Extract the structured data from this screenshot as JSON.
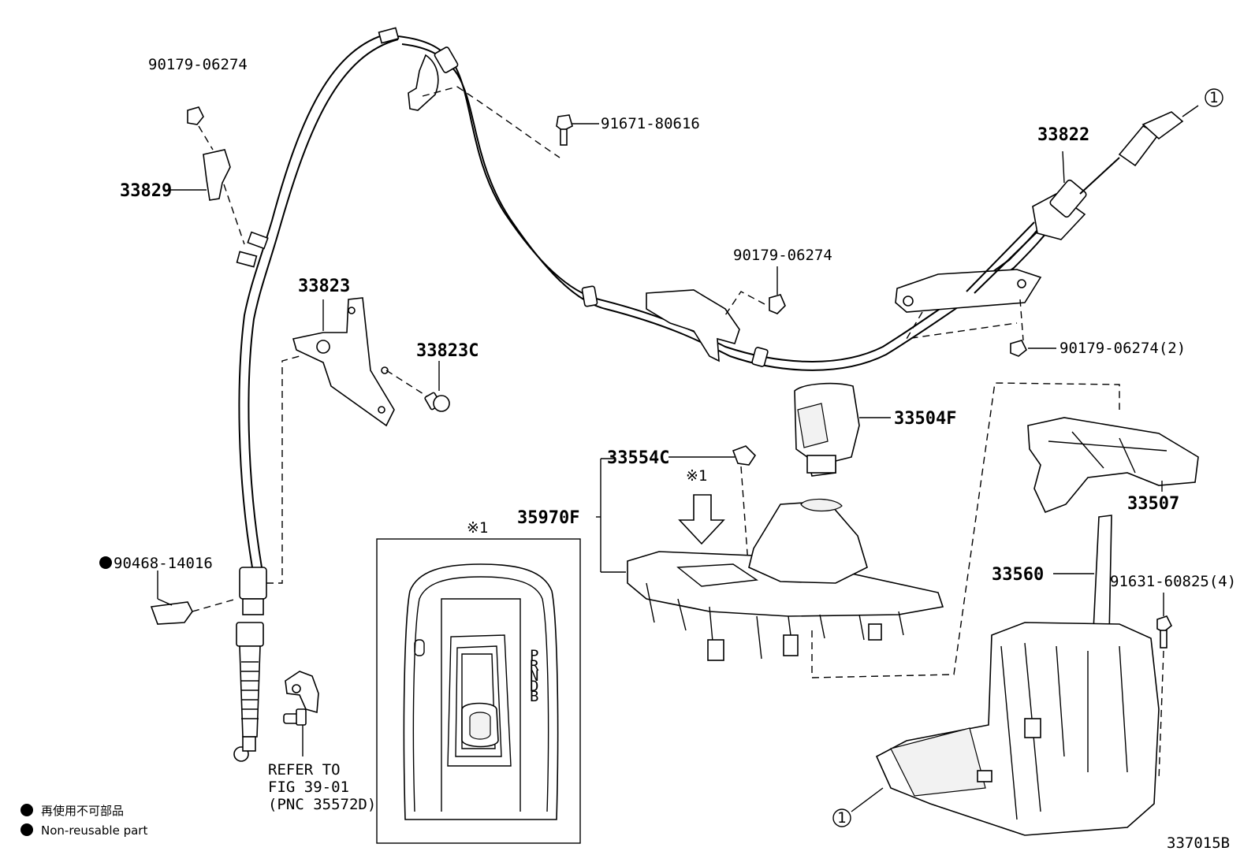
{
  "parts": {
    "p_90179_top": "90179-06274",
    "p_33829": "33829",
    "p_91671": "91671-80616",
    "p_33822": "33822",
    "p_90179_mid": "90179-06274",
    "p_90179_x2": "90179-06274(2)",
    "p_33823": "33823",
    "p_33823c": "33823C",
    "p_33504f": "33504F",
    "p_33554c": "33554C",
    "p_35970f": "35970F",
    "p_33507": "33507",
    "p_33560": "33560",
    "p_91631": "91631-60825(4)",
    "p_90468": "90468-14016"
  },
  "callouts": {
    "circle_1": "1",
    "note_mark": "※1",
    "detail_mark": "※1"
  },
  "refer": {
    "line1": "REFER TO",
    "line2": "FIG 39-01",
    "line3": "(PNC 35572D)"
  },
  "gear_letters": [
    "P",
    "R",
    "N",
    "D",
    "B"
  ],
  "legend": {
    "jp": "再使用不可部品",
    "en": "Non-reusable part"
  },
  "figure_id": "337015B"
}
